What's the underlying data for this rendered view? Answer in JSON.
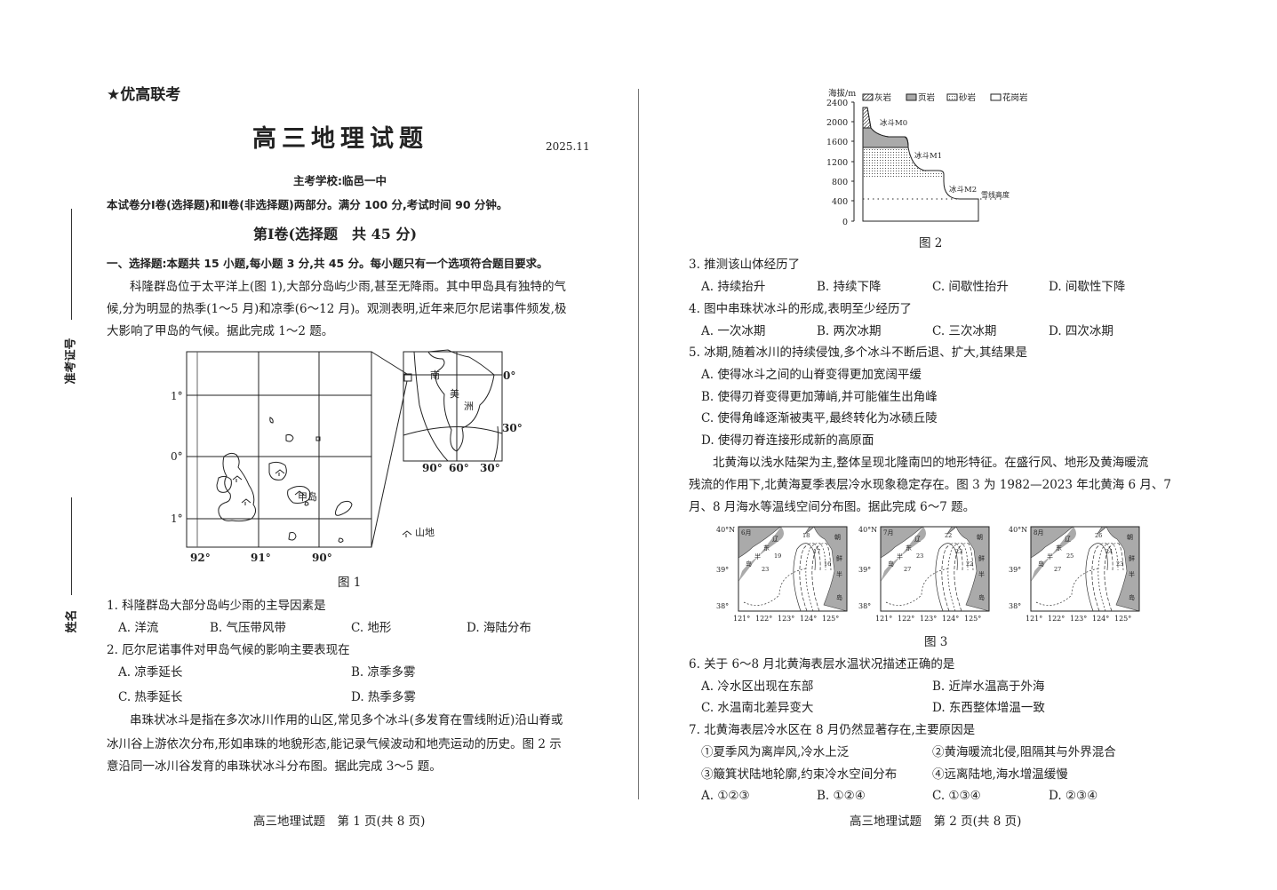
{
  "side_labels": {
    "exam_number": "准考证号",
    "name": "姓名"
  },
  "page1": {
    "brand": "★优高联考",
    "title": "高三地理试题",
    "date": "2025.11",
    "school": "主考学校:临邑一中",
    "intro": "本试卷分Ⅰ卷(选择题)和Ⅱ卷(非选择题)两部分。满分 100 分,考试时间 90 分钟。",
    "section": "第Ⅰ卷(选择题　共 45 分)",
    "instructions": "一、选择题:本题共 15 小题,每小题 3 分,共 45 分。每小题只有一个选项符合题目要求。",
    "passage1": [
      "科隆群岛位于太平洋上(图 1),大部分岛屿少雨,甚至无降雨。其中甲岛具有独特的气",
      "候,分为明显的热季(1～5 月)和凉季(6～12 月)。观测表明,近年来厄尔尼诺事件频发,极",
      "大影响了甲岛的气候。据此完成 1～2 题。"
    ],
    "figure1": {
      "caption": "图 1",
      "lat_labels": [
        "1°",
        "0°",
        "1°"
      ],
      "lon_labels": [
        "92°",
        "91°",
        "90°"
      ],
      "island_label": "甲岛",
      "legend": "山地",
      "inset": {
        "label_nan": "南",
        "label_mei": "美",
        "label_zhou": "洲",
        "lat": [
          "0°",
          "30°"
        ],
        "lon": [
          "90°",
          "60°",
          "30°"
        ]
      }
    },
    "q1": {
      "stem": "1. 科隆群岛大部分岛屿少雨的主导因素是",
      "options": [
        "A. 洋流",
        "B. 气压带风带",
        "C. 地形",
        "D. 海陆分布"
      ]
    },
    "q2": {
      "stem": "2. 厄尔尼诺事件对甲岛气候的影响主要表现在",
      "options": [
        "A. 凉季延长",
        "B. 凉季多雾",
        "C. 热季延长",
        "D. 热季多雾"
      ]
    },
    "passage2": [
      "串珠状冰斗是指在多次冰川作用的山区,常见多个冰斗(多发育在雪线附近)沿山脊或",
      "冰川谷上游依次分布,形如串珠的地貌形态,能记录气候波动和地壳运动的历史。图 2 示",
      "意沿同一冰川谷发育的串珠状冰斗分布图。据此完成 3～5 题。"
    ],
    "footer": "高三地理试题　第 1 页(共 8 页)"
  },
  "page2": {
    "figure2": {
      "caption": "图 2",
      "y_axis_label": "海拔/m",
      "y_ticks": [
        "2400",
        "2000",
        "1600",
        "1200",
        "800",
        "400",
        "0"
      ],
      "legend": [
        "灰岩",
        "页岩",
        "砂岩",
        "花岗岩"
      ],
      "labels": [
        "冰斗M0",
        "冰斗M1",
        "冰斗M2",
        "雪线高度"
      ]
    },
    "q3": {
      "stem": "3. 推测该山体经历了",
      "options": [
        "A. 持续抬升",
        "B. 持续下降",
        "C. 间歇性抬升",
        "D. 间歇性下降"
      ]
    },
    "q4": {
      "stem": "4. 图中串珠状冰斗的形成,表明至少经历了",
      "options": [
        "A. 一次冰期",
        "B. 两次冰期",
        "C. 三次冰期",
        "D. 四次冰期"
      ]
    },
    "q5": {
      "stem": "5. 冰期,随着冰川的持续侵蚀,多个冰斗不断后退、扩大,其结果是",
      "options": [
        "A. 使得冰斗之间的山脊变得更加宽阔平缓",
        "B. 使得刃脊变得更加薄峭,并可能催生出角峰",
        "C. 使得角峰逐渐被夷平,最终转化为冰碛丘陵",
        "D. 使得刃脊连接形成新的高原面"
      ]
    },
    "passage3": [
      "北黄海以浅水陆架为主,整体呈现北隆南凹的地形特征。在盛行风、地形及黄海暖流",
      "残流的作用下,北黄海夏季表层冷水现象稳定存在。图 3 为 1982—2023 年北黄海 6 月、7",
      "月、8 月海水等温线空间分布图。据此完成 6～7 题。"
    ],
    "figure3": {
      "caption": "图 3",
      "panels": [
        {
          "month": "6月",
          "isotherms": [
            "19",
            "18",
            "17",
            "16",
            "23"
          ]
        },
        {
          "month": "7月",
          "isotherms": [
            "23",
            "22",
            "23",
            "22",
            "27"
          ]
        },
        {
          "month": "8月",
          "isotherms": [
            "25",
            "26",
            "24",
            "23",
            "27"
          ]
        }
      ],
      "lat_labels": [
        "40°N",
        "39°",
        "38°"
      ],
      "lon_labels": [
        "121°",
        "122°",
        "123°",
        "124°",
        "125°"
      ],
      "land_labels": [
        "辽",
        "东",
        "半",
        "岛",
        "朝",
        "鲜",
        "半",
        "岛"
      ]
    },
    "q6": {
      "stem": "6. 关于 6～8 月北黄海表层水温状况描述正确的是",
      "options": [
        "A. 冷水区出现在东部",
        "B. 近岸水温高于外海",
        "C. 水温南北差异变大",
        "D. 东西整体增温一致"
      ]
    },
    "q7": {
      "stem": "7. 北黄海表层冷水区在 8 月仍然显著存在,主要原因是",
      "items": [
        "①夏季风为离岸风,冷水上泛",
        "②黄海暖流北侵,阻隔其与外界混合",
        "③簸箕状陆地轮廓,约束冷水空间分布",
        "④远离陆地,海水增温缓慢"
      ],
      "options": [
        "A. ①②③",
        "B. ①②④",
        "C. ①③④",
        "D. ②③④"
      ]
    },
    "footer": "高三地理试题　第 2 页(共 8 页)"
  }
}
